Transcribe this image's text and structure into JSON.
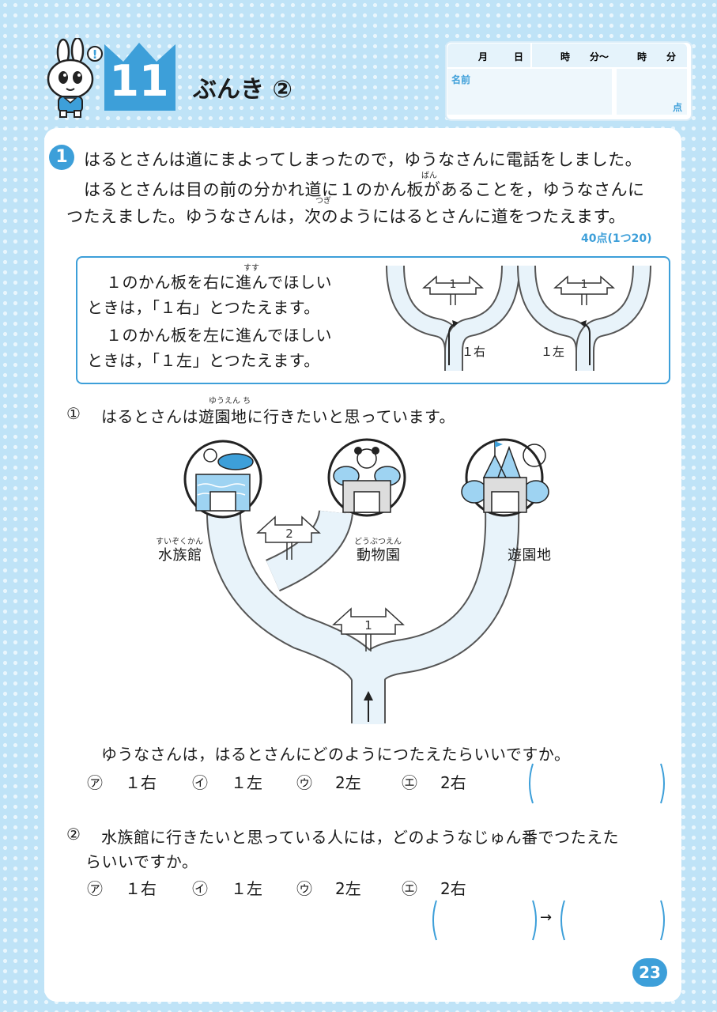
{
  "header": {
    "lesson_number": "11",
    "title": "ぶんき ②",
    "labels": {
      "month": "月",
      "day": "日",
      "hour": "時",
      "minute_from": "分〜",
      "hour2": "時",
      "minute": "分",
      "name": "名前",
      "points": "点"
    }
  },
  "problem1": {
    "badge": "1",
    "intro_line1": "はるとさんは道にまよってしまったので，ゆうなさんに電話をしました。",
    "intro_line2": "はるとさんは目の前の分かれ道に１のかん板があることを，ゆうなさんに",
    "intro_line3": "つたえました。ゆうなさんは，次のようにはるとさんに道をつたえます。",
    "ruby_ban": "ばん",
    "ruby_tsugi": "つぎ",
    "score": "40点(1つ20)",
    "rule_line1": "１のかん板を右に進んでほしい",
    "rule_line2": "ときは，「１右」とつたえます。",
    "rule_line3": "１のかん板を左に進んでほしい",
    "rule_line4": "ときは，「１左」とつたえます。",
    "ruby_susu": "すす",
    "example_right_label": "１右",
    "example_left_label": "１左",
    "sign_number_1": "1",
    "sign_number_2": "2"
  },
  "question1": {
    "number": "①",
    "text": "はるとさんは遊園地に行きたいと思っています。",
    "ruby_yuuenchi": "ゆうえん ち",
    "ruby_suizokukan": "すいぞくかん",
    "ruby_doubutsuen": "どうぶつえん",
    "place_aquarium": "水族館",
    "place_zoo": "動物園",
    "place_amusement": "遊園地",
    "prompt": "ゆうなさんは，はるとさんにどのようにつたえたらいいですか。",
    "options": [
      {
        "mark": "㋐",
        "text": "１右"
      },
      {
        "mark": "㋑",
        "text": "１左"
      },
      {
        "mark": "㋒",
        "text": "2左"
      },
      {
        "mark": "㋓",
        "text": "2右"
      }
    ]
  },
  "question2": {
    "number": "②",
    "text_line1": "水族館に行きたいと思っている人には，どのようなじゅん番でつたえた",
    "text_line2": "らいいですか。",
    "options": [
      {
        "mark": "㋐",
        "text": "１右"
      },
      {
        "mark": "㋑",
        "text": "１左"
      },
      {
        "mark": "㋒",
        "text": "2左"
      },
      {
        "mark": "㋓",
        "text": "2右"
      }
    ],
    "arrow": "→"
  },
  "page_number": "23",
  "colors": {
    "accent": "#3d9fd9",
    "road": "#e8f3fa",
    "road_edge": "#555555",
    "background": "#bfe3f7"
  }
}
